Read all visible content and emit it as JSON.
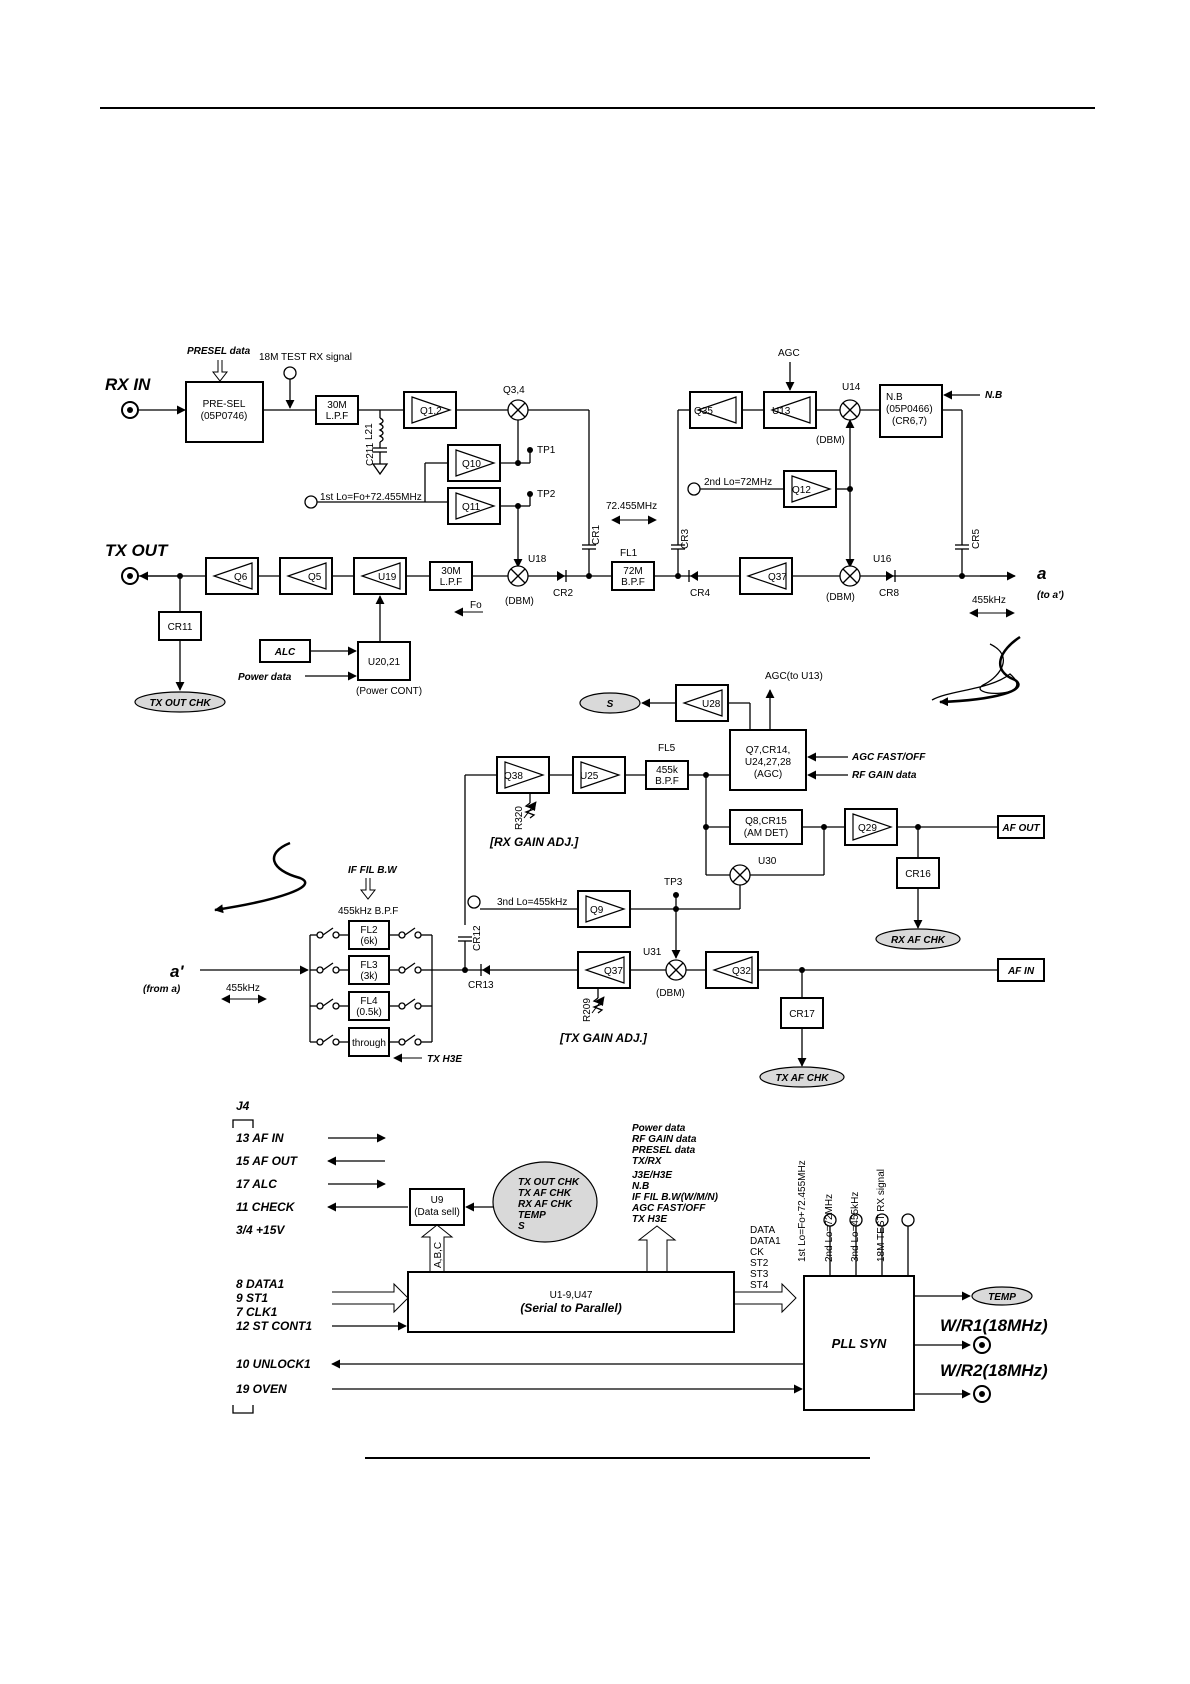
{
  "rf_section": {
    "rx_in": "RX IN",
    "tx_out": "TX OUT",
    "presel_data": "PRESEL data",
    "test_rx_signal": "18M TEST RX signal",
    "preselector": [
      "PRE-SEL",
      "(05P0746)"
    ],
    "lpf_30m": [
      "30M",
      "L.P.F"
    ],
    "q12": "Q1,2",
    "q34": "Q3,4",
    "l21": "L21",
    "c211": "C211",
    "q10": "Q10",
    "q11": "Q11",
    "tp1": "TP1",
    "tp2": "TP2",
    "first_lo": "1st Lo=Fo+72.455MHz",
    "agc": "AGC",
    "q35": "Q35",
    "u13": "U13",
    "u14": "U14",
    "dbm": "(DBM)",
    "nb_box": [
      "N.B",
      "(05P0466)",
      "(CR6,7)"
    ],
    "nb": "N.B",
    "second_lo": "2nd Lo=72MHz",
    "q12b": "Q12",
    "freq_72455": "72.455MHz",
    "cr1": "CR1",
    "cr3": "CR3",
    "cr5": "CR5",
    "fl1": "FL1",
    "fl1_box": [
      "72M",
      "B.P.F"
    ],
    "q6": "Q6",
    "q5": "Q5",
    "u19": "U19",
    "lpf_30m_tx": [
      "30M",
      "L.P.F"
    ],
    "u18": "U18",
    "cr2": "CR2",
    "cr4": "CR4",
    "q37": "Q37",
    "u16": "U16",
    "cr8": "CR8",
    "a": "a",
    "to_a": "(to a')",
    "freq_455": "455kHz",
    "fo": "Fo",
    "cr11": "CR11",
    "alc": "ALC",
    "power_data": "Power data",
    "u2021": "U20,21",
    "power_cont": "(Power CONT)",
    "tx_out_chk": "TX OUT CHK"
  },
  "if_section": {
    "s": "S",
    "u28": "U28",
    "agc_to_u13": "AGC(to U13)",
    "fl5": "FL5",
    "fl5_box": [
      "455k",
      "B.P.F"
    ],
    "q38": "Q38",
    "u25": "U25",
    "agc_box": [
      "Q7,CR14,",
      "U24,27,28",
      "(AGC)"
    ],
    "agc_fast_off": "AGC FAST/OFF",
    "rf_gain_data": "RF GAIN data",
    "r320": "R320",
    "rx_gain_adj": "[RX GAIN ADJ.]",
    "am_det_box": [
      "Q8,CR15",
      "(AM DET)"
    ],
    "q29": "Q29",
    "af_out": "AF OUT",
    "u30": "U30",
    "cr16": "CR16",
    "rx_af_chk": "RX AF CHK",
    "if_fil_bw": "IF FIL B.W",
    "bpf_455": "455kHz B.P.F",
    "fl2": [
      "FL2",
      "(6k)"
    ],
    "fl3": [
      "FL3",
      "(3k)"
    ],
    "fl4": [
      "FL4",
      "(0.5k)"
    ],
    "through": "through",
    "tx_h3e": "TX H3E",
    "a_prime": "a'",
    "from_a": "(from a)",
    "freq_455": "455kHz",
    "cr12": "CR12",
    "cr13": "CR13",
    "third_lo": "3nd Lo=455kHz",
    "q9": "Q9",
    "tp3": "TP3",
    "q37": "Q37",
    "u31": "U31",
    "dbm": "(DBM)",
    "q32": "Q32",
    "af_in": "AF IN",
    "r209": "R209",
    "tx_gain_adj": "[TX GAIN ADJ.]",
    "cr17": "CR17",
    "tx_af_chk": "TX AF CHK"
  },
  "control_section": {
    "j4": "J4",
    "pins": [
      "13 AF IN",
      "15 AF OUT",
      "17 ALC",
      "11 CHECK",
      "3/4 +15V"
    ],
    "data_pins": [
      "8 DATA1",
      "9 ST1",
      "7 CLK1",
      "12 ST CONT1"
    ],
    "unlock": "10 UNLOCK1",
    "oven": "19 OVEN",
    "u9": [
      "U9",
      "(Data sell)"
    ],
    "abc": "A,B,C",
    "checks": [
      "TX OUT CHK",
      "TX AF CHK",
      "RX AF CHK",
      "TEMP",
      "S"
    ],
    "control_lines": [
      "Power data",
      "RF GAIN data",
      "PRESEL data",
      "TX/RX",
      "J3E/H3E",
      "N.B",
      "IF FIL B.W(W/M/N)",
      "AGC FAST/OFF",
      "TX H3E"
    ],
    "s2p": [
      "U1-9,U47",
      "(Serial to Parallel)"
    ],
    "data_lines": [
      "DATA",
      "DATA1",
      "CK",
      "ST2",
      "ST3",
      "ST4"
    ],
    "lo_outputs": [
      "1st Lo=Fo+72.455MHz",
      "2nd Lo=72MHz",
      "3nd Lo=455kHz",
      "18M TEST RX signal"
    ],
    "pll": "PLL SYN",
    "temp": "TEMP",
    "wr1": "W/R1(18MHz)",
    "wr2": "W/R2(18MHz)"
  }
}
